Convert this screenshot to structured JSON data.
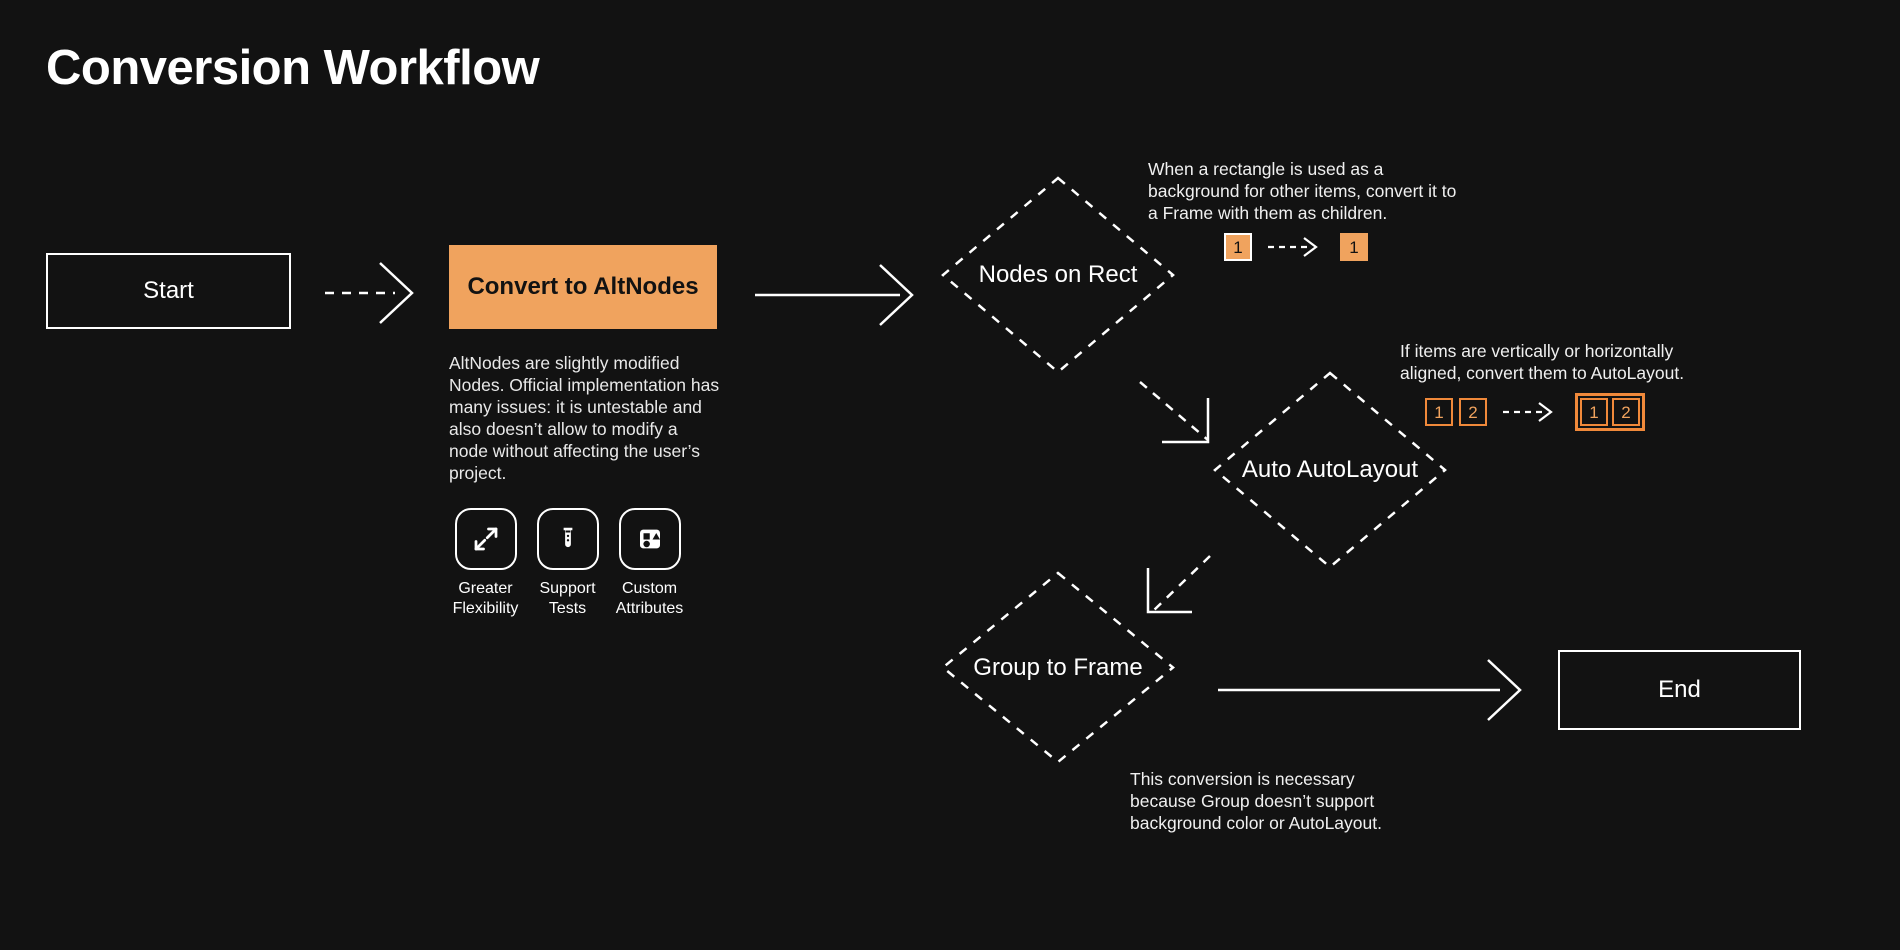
{
  "page": {
    "title": "Conversion Workflow",
    "background_color": "#121212",
    "accent_color": "#f0a35e",
    "accent_outline_color": "#f0893a",
    "text_color": "#ffffff"
  },
  "flow": {
    "start": {
      "label": "Start"
    },
    "process": {
      "label": "Convert to AltNodes"
    },
    "end": {
      "label": "End"
    },
    "decisions": [
      {
        "id": "nodes-on-rect",
        "label": "Nodes on Rect"
      },
      {
        "id": "auto-autolayout",
        "label": "Auto AutoLayout"
      },
      {
        "id": "group-to-frame",
        "label": "Group to Frame"
      }
    ]
  },
  "description": {
    "text": "AltNodes are slightly modified Nodes. Official implementation has many issues: it is untestable and also doesn’t allow to modify a node without affecting the user’s project."
  },
  "features": [
    {
      "icon": "expand-arrows-icon",
      "label": "Greater\nFlexibility"
    },
    {
      "icon": "test-tube-icon",
      "label": "Support\nTests"
    },
    {
      "icon": "shapes-attributes-icon",
      "label": "Custom\nAttributes"
    }
  ],
  "annotations": {
    "nodes_on_rect": {
      "text": "When a rectangle is used as a background for other items, convert it to a Frame with them as children.",
      "example": {
        "before": [
          {
            "label": "1",
            "style": "solid-orange-white-border"
          }
        ],
        "after": [
          {
            "label": "1",
            "style": "solid-orange"
          }
        ]
      }
    },
    "auto_autolayout": {
      "text": "If items are vertically or horizontally aligned, convert them to AutoLayout.",
      "example": {
        "before": [
          {
            "label": "1",
            "style": "outline-orange"
          },
          {
            "label": "2",
            "style": "outline-orange"
          }
        ],
        "after": [
          {
            "label": "1",
            "style": "outline-orange"
          },
          {
            "label": "2",
            "style": "outline-orange"
          }
        ],
        "after_grouped": true
      }
    },
    "group_to_frame": {
      "text": "This conversion is necessary because Group doesn’t support background color or AutoLayout."
    }
  },
  "connectors": [
    {
      "from": "start",
      "to": "process",
      "style": "dashed"
    },
    {
      "from": "process",
      "to": "nodes-on-rect",
      "style": "solid"
    },
    {
      "from": "nodes-on-rect",
      "to": "auto-autolayout",
      "style": "dashed-elbow"
    },
    {
      "from": "auto-autolayout",
      "to": "group-to-frame",
      "style": "dashed-elbow"
    },
    {
      "from": "group-to-frame",
      "to": "end",
      "style": "solid"
    }
  ]
}
